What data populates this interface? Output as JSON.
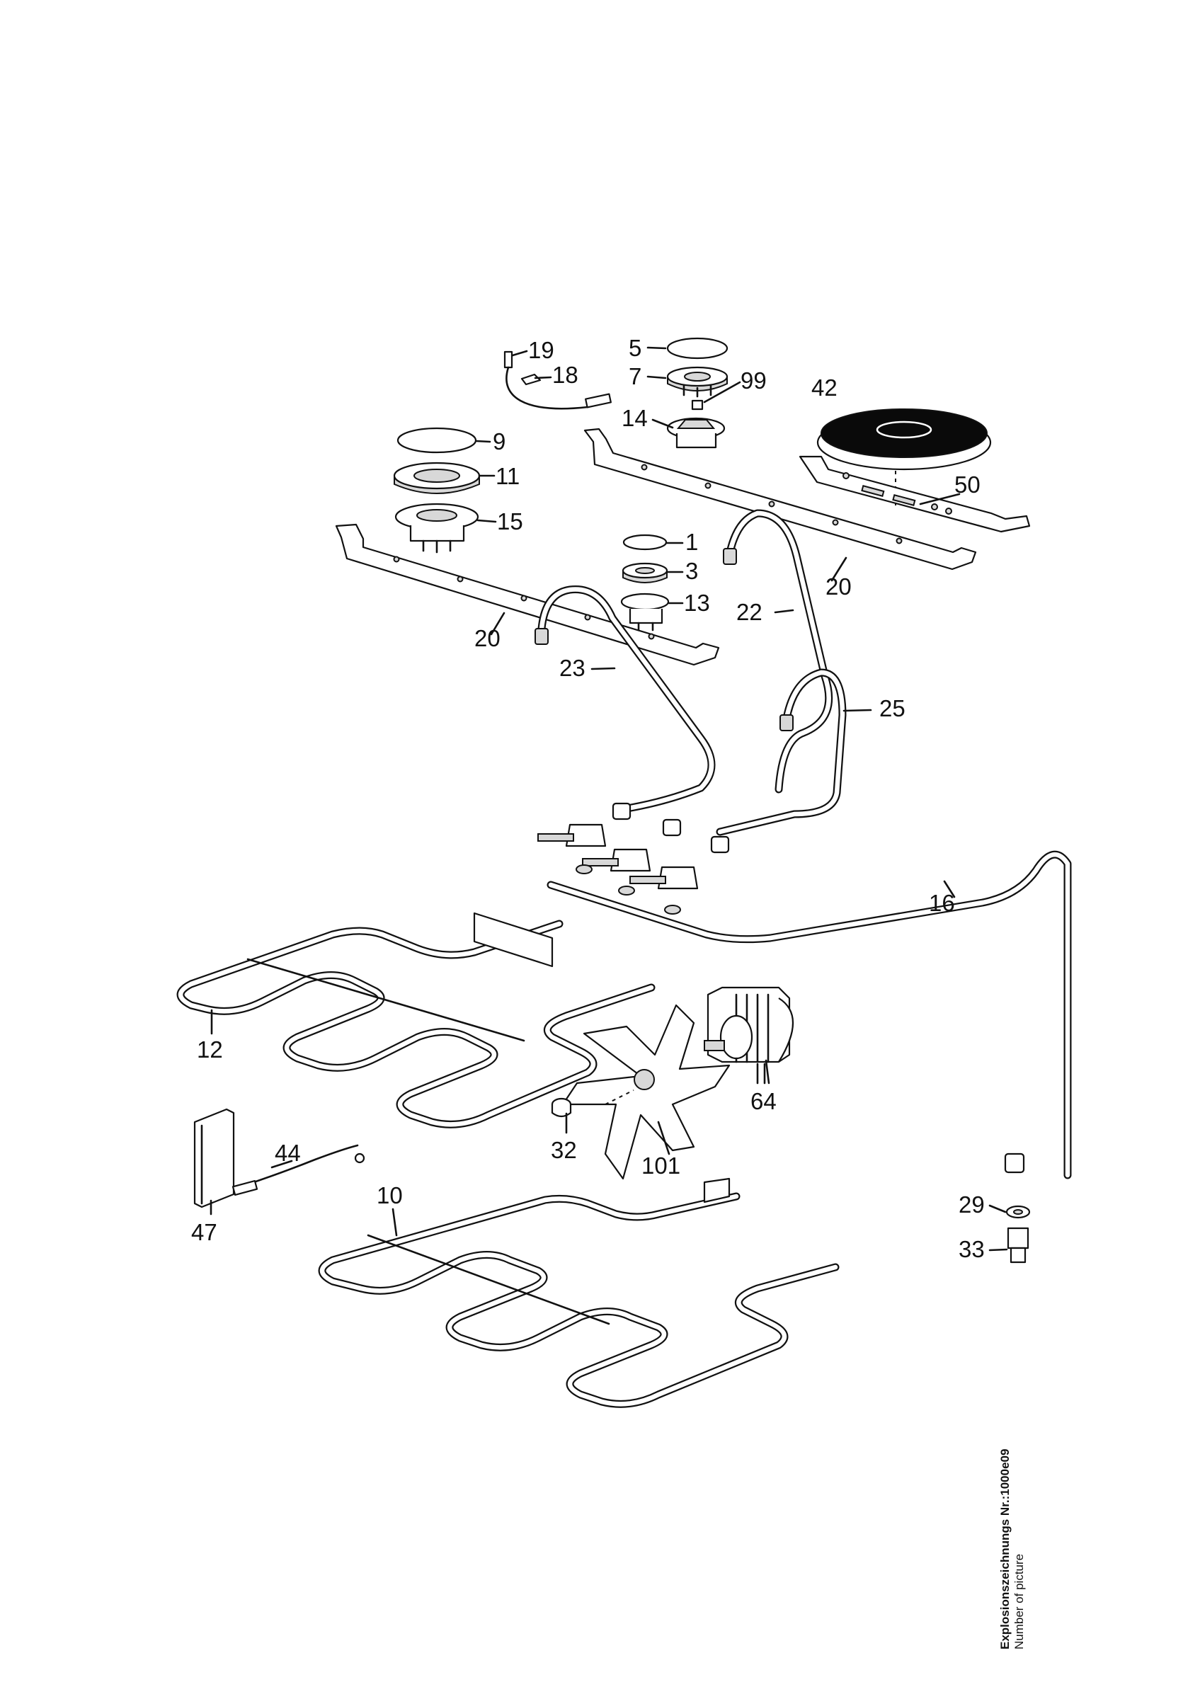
{
  "caption": {
    "title": "Explosionszeichnungs Nr.:1000e09",
    "subtitle": "Number of picture"
  },
  "labels": [
    "19",
    "18",
    "5",
    "7",
    "99",
    "42",
    "14",
    "9",
    "11",
    "15",
    "1",
    "50",
    "3",
    "13",
    "20",
    "22",
    "20",
    "23",
    "25",
    "16",
    "12",
    "64",
    "44",
    "32",
    "101",
    "10",
    "47",
    "29",
    "33"
  ],
  "colors": {
    "ink": "#111111",
    "hotplate": "#0a0a0a",
    "background": "#ffffff"
  }
}
